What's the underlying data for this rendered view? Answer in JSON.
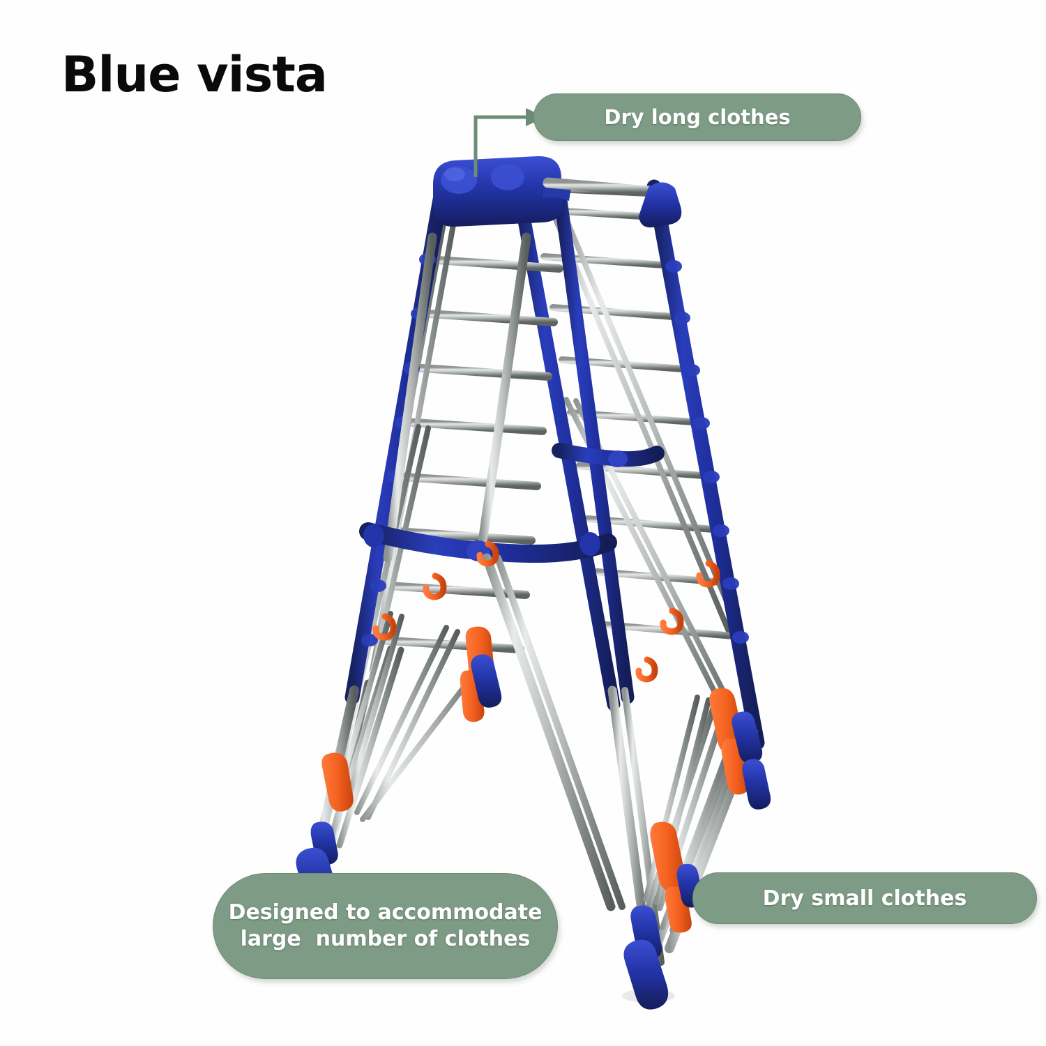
{
  "brand": {
    "title": "Blue vista"
  },
  "callouts": [
    {
      "id": "dry-long-clothes",
      "lines": [
        "Dry long clothes"
      ],
      "has_arrow": true,
      "arrow": "elbow-arrow-right-icon"
    },
    {
      "id": "designed-to-accommodate",
      "lines": [
        "Designed to accommodate",
        "large  number of clothes"
      ],
      "has_arrow": false
    },
    {
      "id": "dry-small-clothes",
      "lines": [
        "Dry small clothes"
      ],
      "has_arrow": false
    }
  ],
  "product": {
    "name": "foldable-clothes-drying-rack",
    "description": "A-frame stainless steel foldable cloth drying stand",
    "parts": {
      "frame_rails": "blue-plastic-coated-rails",
      "rungs": "chrome-steel-drying-rods",
      "hooks": "orange-plastic-s-hooks",
      "clips": "orange-plastic-wing-clamps",
      "feet": "blue-plastic-foot-caps",
      "top_cap": "blue-plastic-hinge-cap"
    }
  },
  "colors": {
    "background": "#ffffff",
    "brand_text": "#0a0a0a",
    "callout_fill": "#7d9b85",
    "callout_border": "#6d8c76",
    "callout_text": "#ffffff",
    "arrow": "#6d8c76",
    "frame_blue": "#1f2f9e",
    "frame_blue_light": "#3349c9",
    "steel_light": "#c9cccb",
    "steel_dark": "#6f7573",
    "accent_orange": "#f4611f"
  }
}
